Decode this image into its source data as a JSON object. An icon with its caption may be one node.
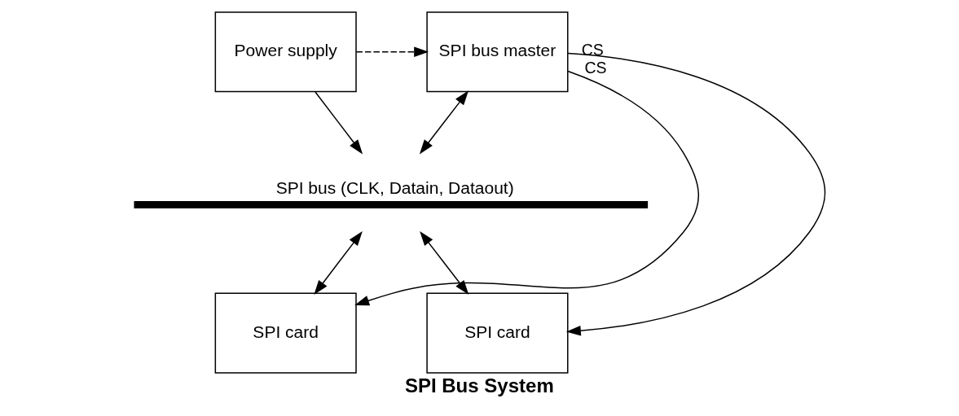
{
  "diagram": {
    "caption": "SPI Bus System",
    "nodes": [
      {
        "text": [
          "Power supply"
        ]
      },
      {
        "text": [
          "SPI bus master"
        ]
      },
      {
        "text": [
          "SPI bus (CLK, Datain, Dataout)"
        ]
      },
      {
        "text": [
          "SPI card"
        ]
      },
      {
        "text": [
          "SPI card"
        ]
      }
    ],
    "edges": [
      {
        "from": 0,
        "to": 1,
        "arrow": "to",
        "style": "dashed"
      },
      {
        "from": 0,
        "to": 2,
        "arrow": "to"
      },
      {
        "from": 1,
        "to": 2,
        "arrow": "both"
      },
      {
        "from": 2,
        "to": 3,
        "arrow": "both"
      },
      {
        "from": 2,
        "to": 4,
        "arrow": "both"
      },
      {
        "from": 1,
        "to": 3,
        "arrow": "to",
        "label": "CS"
      },
      {
        "from": 1,
        "to": 4,
        "arrow": "to",
        "label": "CS"
      }
    ]
  }
}
